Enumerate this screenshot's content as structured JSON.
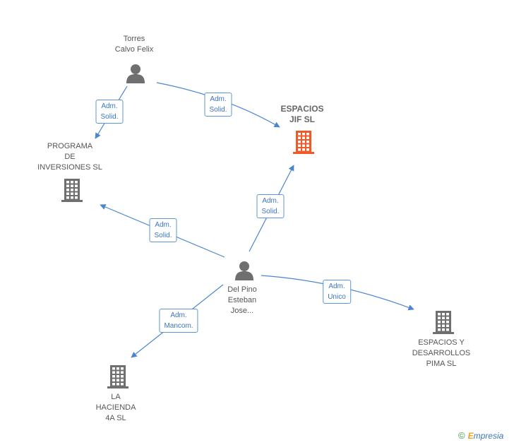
{
  "nodes": {
    "torres": {
      "lines": [
        "Torres",
        "Calvo Felix"
      ],
      "icon": "person-icon"
    },
    "espacios_jif": {
      "lines": [
        "ESPACIOS",
        "JIF SL"
      ],
      "icon": "building-icon",
      "color": "#f05a28"
    },
    "programa": {
      "lines": [
        "PROGRAMA",
        "DE",
        "INVERSIONES SL"
      ],
      "icon": "building-icon"
    },
    "delpino": {
      "lines": [
        "Del Pino",
        "Esteban",
        "Jose..."
      ],
      "icon": "person-icon"
    },
    "espacios_pima": {
      "lines": [
        "ESPACIOS Y",
        "DESARROLLOS",
        "PIMA SL"
      ],
      "icon": "building-icon"
    },
    "hacienda": {
      "lines": [
        "LA",
        "HACIENDA",
        "4A SL"
      ],
      "icon": "building-icon"
    }
  },
  "edges": [
    {
      "id": "torres-programa",
      "from": "torres",
      "to": "programa",
      "label": [
        "Adm.",
        "Solid."
      ]
    },
    {
      "id": "torres-espacios-jif",
      "from": "torres",
      "to": "espacios_jif",
      "label": [
        "Adm.",
        "Solid."
      ]
    },
    {
      "id": "delpino-espacios-jif",
      "from": "delpino",
      "to": "espacios_jif",
      "label": [
        "Adm.",
        "Solid."
      ]
    },
    {
      "id": "delpino-programa",
      "from": "delpino",
      "to": "programa",
      "label": [
        "Adm.",
        "Solid."
      ]
    },
    {
      "id": "delpino-espacios-pima",
      "from": "delpino",
      "to": "espacios_pima",
      "label": [
        "Adm.",
        "Unico"
      ]
    },
    {
      "id": "delpino-hacienda",
      "from": "delpino",
      "to": "hacienda",
      "label": [
        "Adm.",
        "Mancom."
      ]
    }
  ],
  "colors": {
    "edge": "#4a86d0",
    "icon": "#6f6f6f",
    "highlight": "#f05a28"
  },
  "brand": {
    "symbol": "©",
    "first": "E",
    "rest": "mpresia"
  }
}
